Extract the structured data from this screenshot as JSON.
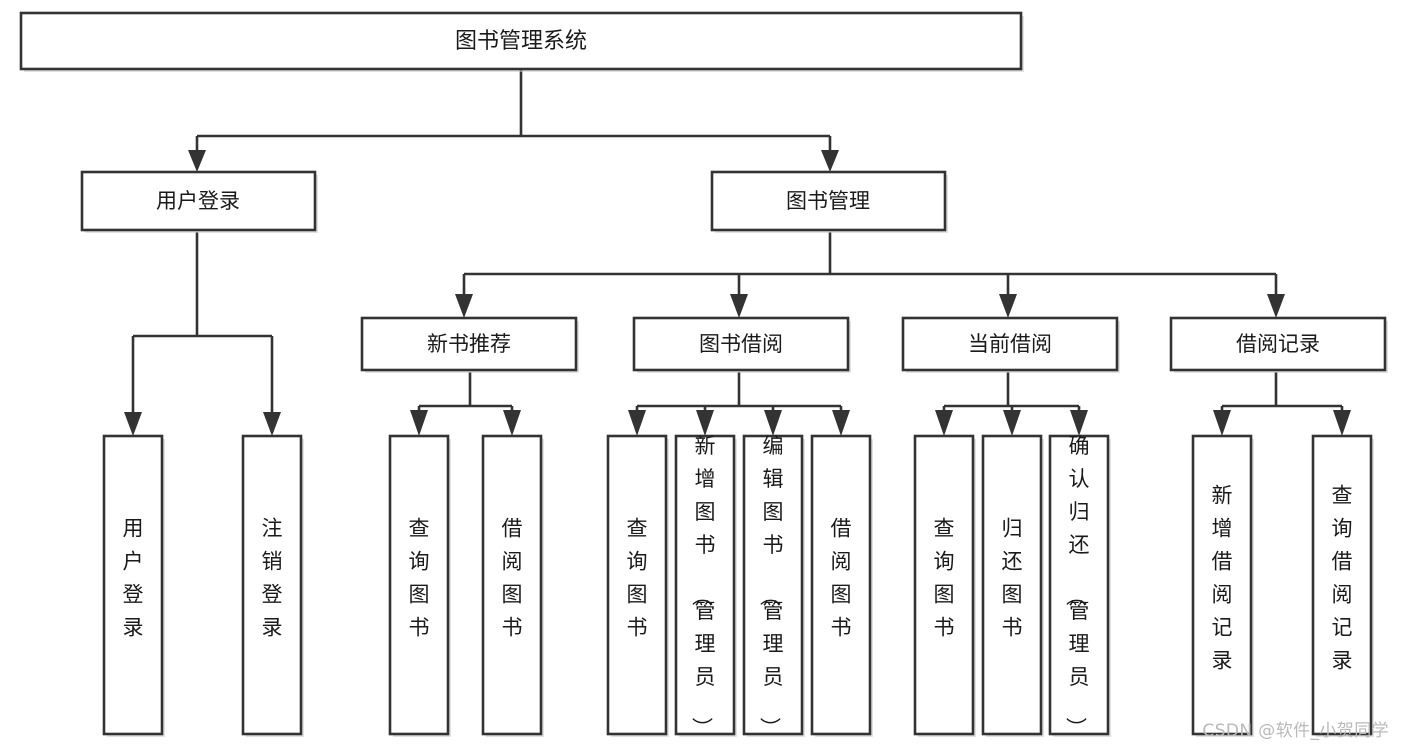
{
  "diagram": {
    "type": "tree",
    "title": "图书管理系统",
    "watermark": "CSDN @软件_小贺同学",
    "root": {
      "id": "root",
      "label": "图书管理系统"
    },
    "level1": [
      {
        "id": "user-login",
        "label": "用户登录"
      },
      {
        "id": "book-manage",
        "label": "图书管理"
      }
    ],
    "level2": [
      {
        "id": "new-book-recommend",
        "label": "新书推荐",
        "parent": "book-manage"
      },
      {
        "id": "book-borrow",
        "label": "图书借阅",
        "parent": "book-manage"
      },
      {
        "id": "current-borrow",
        "label": "当前借阅",
        "parent": "book-manage"
      },
      {
        "id": "borrow-record",
        "label": "借阅记录",
        "parent": "book-manage"
      }
    ],
    "leaves": [
      {
        "id": "leaf-user-login",
        "label": "用户登录",
        "parent": "user-login"
      },
      {
        "id": "leaf-user-logout",
        "label": "注销登录",
        "parent": "user-login"
      },
      {
        "id": "leaf-query-book-1",
        "label": "查询图书",
        "parent": "new-book-recommend"
      },
      {
        "id": "leaf-borrow-book-1",
        "label": "借阅图书",
        "parent": "new-book-recommend"
      },
      {
        "id": "leaf-query-book-2",
        "label": "查询图书",
        "parent": "book-borrow"
      },
      {
        "id": "leaf-add-book",
        "label": "新增图书（管理员）",
        "parent": "book-borrow"
      },
      {
        "id": "leaf-edit-book",
        "label": "编辑图书（管理员）",
        "parent": "book-borrow"
      },
      {
        "id": "leaf-borrow-book-2",
        "label": "借阅图书",
        "parent": "book-borrow"
      },
      {
        "id": "leaf-query-book-3",
        "label": "查询图书",
        "parent": "current-borrow"
      },
      {
        "id": "leaf-return-book",
        "label": "归还图书",
        "parent": "current-borrow"
      },
      {
        "id": "leaf-confirm-return",
        "label": "确认归还（管理员）",
        "parent": "current-borrow"
      },
      {
        "id": "leaf-add-record",
        "label": "新增借阅记录",
        "parent": "borrow-record"
      },
      {
        "id": "leaf-query-record",
        "label": "查询借阅记录",
        "parent": "borrow-record"
      }
    ],
    "colors": {
      "stroke": "#333333",
      "fill": "#ffffff",
      "text": "#1a1a1a",
      "watermark": "#b9b9b9",
      "background": "#ffffff"
    }
  }
}
